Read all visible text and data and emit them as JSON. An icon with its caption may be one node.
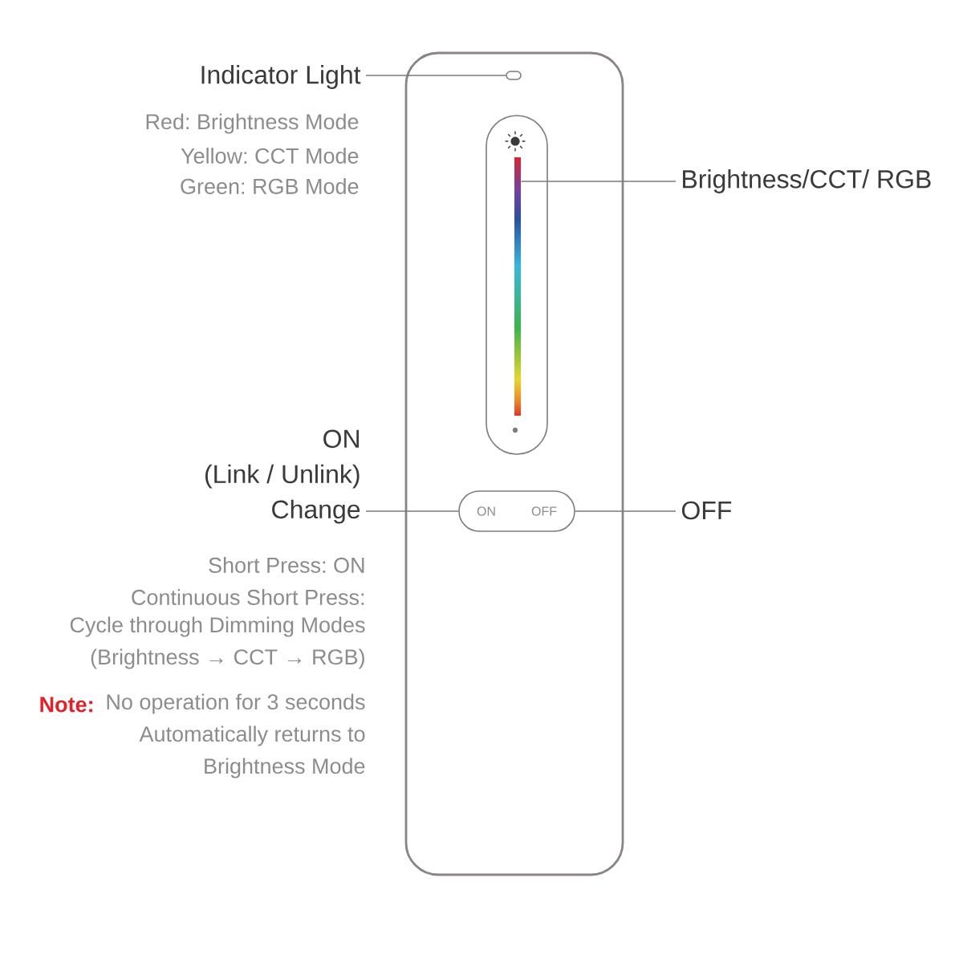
{
  "diagram": {
    "nodes": [
      {
        "text": [
          "Indicator Light"
        ],
        "beside": [
          "Red: Brightness Mode",
          "Yellow: CCT Mode",
          "Green: RGB Mode"
        ]
      },
      {
        "text": [],
        "shape": "box"
      },
      {
        "text": [],
        "shape": "bar"
      },
      {
        "text": [
          "Brightness/CCT/ RGB"
        ]
      },
      {
        "text": [
          "ON",
          "(Link / Unlink)",
          "Change"
        ],
        "beside": [
          "Short Press: ON",
          "Continuous Short Press:",
          "Cycle through Dimming Modes (Brightness → CCT → RGB)"
        ]
      },
      {
        "text": [
          "ON",
          "OFF"
        ]
      },
      {
        "text": [
          "OFF"
        ]
      }
    ],
    "edges": [
      {
        "from": 0,
        "to": 1,
        "arrow": "none"
      },
      {
        "from": 3,
        "to": 2,
        "arrow": "none"
      },
      {
        "from": 4,
        "to": 5,
        "arrow": "none"
      },
      {
        "from": 6,
        "to": 5,
        "arrow": "none"
      }
    ],
    "labels": [
      "Note:",
      "No operation for 3 seconds Automatically returns to Brightness Mode"
    ]
  }
}
